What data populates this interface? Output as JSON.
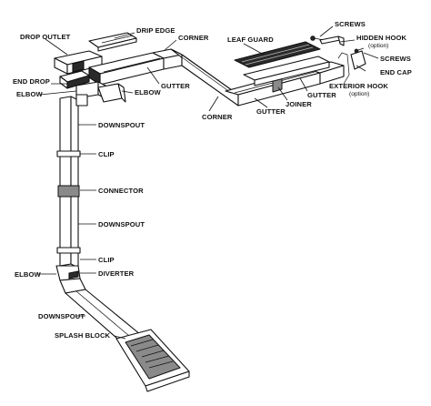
{
  "diagram": {
    "labels": {
      "drop_outlet": "DROP OUTLET",
      "drip_edge": "DRIP EDGE",
      "corner_top": "CORNER",
      "leaf_guard": "LEAF GUARD",
      "screws_top": "SCREWS",
      "hidden_hook": "HIDDEN HOOK",
      "hidden_hook_note": "(option)",
      "screws_right": "SCREWS",
      "end_drop": "END DROP",
      "end_cap": "END CAP",
      "gutter_top": "GUTTER",
      "exterior_hook": "EXTERIOR HOOK",
      "exterior_hook_note": "(option)",
      "elbow_left": "ELBOW",
      "elbow_mid": "ELBOW",
      "gutter_right": "GUTTER",
      "joiner": "JOINER",
      "corner_bottom": "CORNER",
      "gutter_bottom": "GUTTER",
      "downspout_top": "DOWNSPOUT",
      "clip_top": "CLIP",
      "connector": "CONNECTOR",
      "downspout_mid": "DOWNSPOUT",
      "clip_bottom": "CLIP",
      "elbow_bottom": "ELBOW",
      "diverter": "DIVERTER",
      "downspout_bottom": "DOWNSPOUT",
      "splash_block": "SPLASH BLOCK"
    }
  }
}
